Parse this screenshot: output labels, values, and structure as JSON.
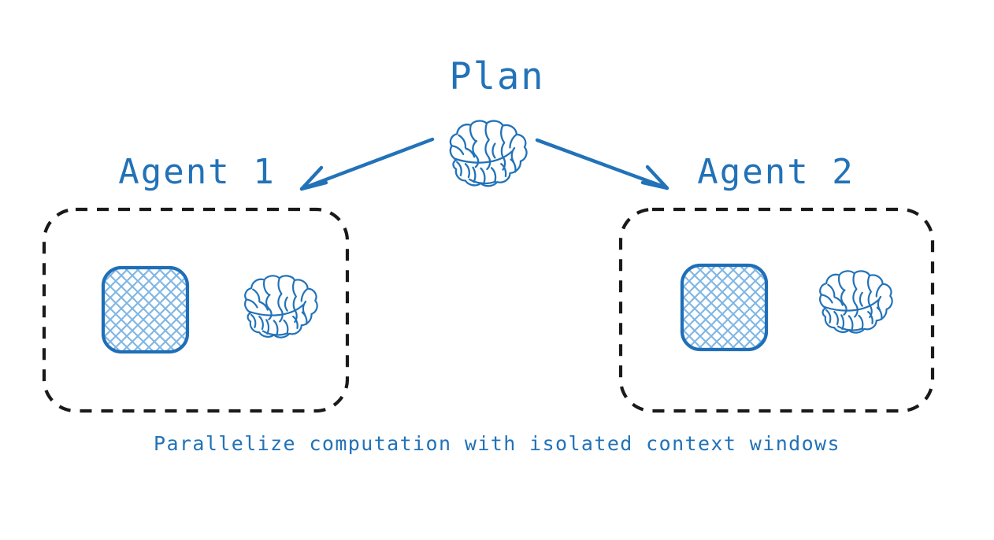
{
  "diagram": {
    "title": "Plan",
    "caption": "Parallelize computation with isolated context windows",
    "colors": {
      "accent_blue": "#2272b8",
      "hatch_blue": "#7fb6e4",
      "box_border_blue": "#1f6fb8",
      "dashed_border": "#1a1a1a",
      "background": "#ffffff"
    },
    "orchestrator": {
      "label": "Plan",
      "icon": "brain-icon"
    },
    "arrows": [
      {
        "name": "arrow-to-agent-1",
        "direction": "down-left",
        "from": "plan-brain",
        "to": "agent-1"
      },
      {
        "name": "arrow-to-agent-2",
        "direction": "down-right",
        "from": "plan-brain",
        "to": "agent-2"
      }
    ],
    "agents": [
      {
        "label": "Agent 1",
        "context_window_icon": "hatched-square-icon",
        "model_icon": "brain-icon"
      },
      {
        "label": "Agent 2",
        "context_window_icon": "hatched-square-icon",
        "model_icon": "brain-icon"
      }
    ]
  }
}
